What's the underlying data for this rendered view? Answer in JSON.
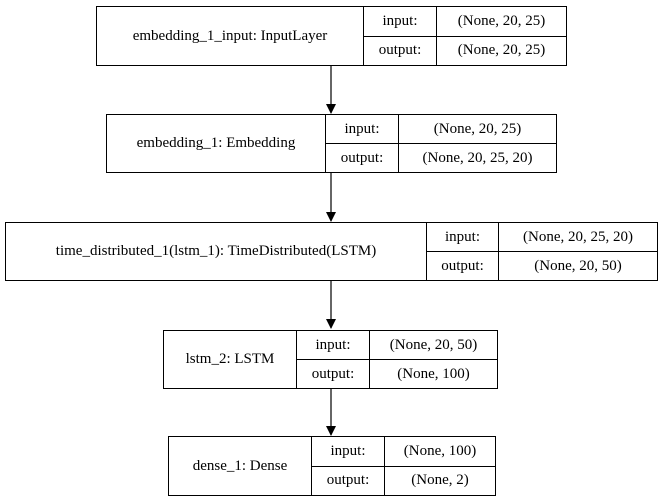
{
  "layers": [
    {
      "name": "embedding_1_input: InputLayer",
      "input_label": "input:",
      "input_shape": "(None, 20, 25)",
      "output_label": "output:",
      "output_shape": "(None, 20, 25)"
    },
    {
      "name": "embedding_1: Embedding",
      "input_label": "input:",
      "input_shape": "(None, 20, 25)",
      "output_label": "output:",
      "output_shape": "(None, 20, 25, 20)"
    },
    {
      "name": "time_distributed_1(lstm_1): TimeDistributed(LSTM)",
      "input_label": "input:",
      "input_shape": "(None, 20, 25, 20)",
      "output_label": "output:",
      "output_shape": "(None, 20, 50)"
    },
    {
      "name": "lstm_2: LSTM",
      "input_label": "input:",
      "input_shape": "(None, 20, 50)",
      "output_label": "output:",
      "output_shape": "(None, 100)"
    },
    {
      "name": "dense_1: Dense",
      "input_label": "input:",
      "input_shape": "(None, 100)",
      "output_label": "output:",
      "output_shape": "(None, 2)"
    }
  ]
}
